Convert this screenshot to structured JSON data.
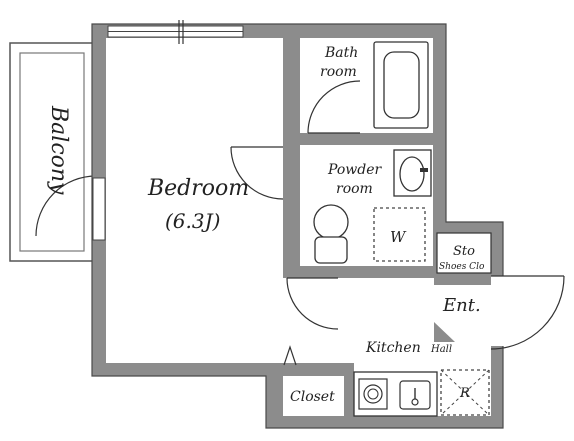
{
  "floor_plan": {
    "rooms": {
      "balcony": "Balcony",
      "bedroom": "Bedroom",
      "bedroom_size": "(6.3J)",
      "bath_line1": "Bath",
      "bath_line2": "room",
      "powder_line1": "Powder",
      "powder_line2": "room",
      "washer": "W",
      "storage_line1": "Sto",
      "storage_line2": "Shoes Clo",
      "entrance": "Ent.",
      "kitchen": "Kitchen",
      "hall": "Hall",
      "closet": "Closet",
      "refrigerator": "R"
    }
  }
}
